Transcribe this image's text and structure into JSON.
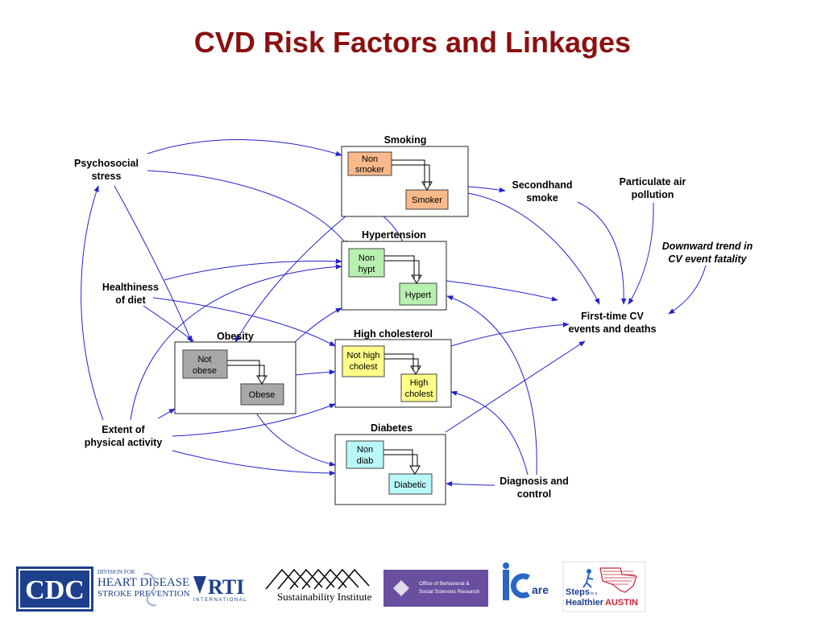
{
  "title": "CVD Risk Factors and Linkages",
  "panels": {
    "smoking": {
      "label": "Smoking",
      "from": [
        "Non",
        "smoker"
      ],
      "to": [
        "Smoker"
      ]
    },
    "hypertension": {
      "label": "Hypertension",
      "from": [
        "Non",
        "hypt"
      ],
      "to": [
        "Hypert"
      ]
    },
    "cholesterol": {
      "label": "High cholesterol",
      "from": [
        "Not high",
        "cholest"
      ],
      "to": [
        "High",
        "cholest"
      ]
    },
    "obesity": {
      "label": "Obesity",
      "from": [
        "Not",
        "obese"
      ],
      "to": [
        "Obese"
      ]
    },
    "diabetes": {
      "label": "Diabetes",
      "from": [
        "Non",
        "diab"
      ],
      "to": [
        "Diabetic"
      ]
    }
  },
  "factors": {
    "psychosocial": [
      "Psychosocial",
      "stress"
    ],
    "diet": [
      "Healthiness",
      "of diet"
    ],
    "activity": [
      "Extent of",
      "physical activity"
    ],
    "secondhand": [
      "Secondhand",
      "smoke"
    ],
    "particulate": [
      "Particulate air",
      "pollution"
    ],
    "downward": [
      "Downward trend in",
      "CV event fatality"
    ],
    "outcome": [
      "First-time CV",
      "events and deaths"
    ],
    "diagnosis": [
      "Diagnosis and",
      "control"
    ]
  },
  "colors": {
    "title": "#8b1010",
    "smoking_state": "#f9b98a",
    "hypertension_state": "#b7f0b0",
    "cholesterol_state": "#ffff88",
    "obesity_state": "#a8a8a8",
    "diabetes_state": "#b8f8f8",
    "arrow": "#2222cc"
  },
  "logos": {
    "cdc": "CDC",
    "division": [
      "DIVISION FOR",
      "HEART DISEASE",
      "STROKE PREVENTION"
    ],
    "rti": "RTI",
    "rti_sub": "INTERNATIONAL",
    "sustainability": "Sustainability Institute",
    "obssr": [
      "Office of Behavioral &",
      "Social Sciences Research"
    ],
    "icare": "iCare",
    "steps": [
      "Steps",
      "to a",
      "Healthier",
      "AUSTIN"
    ]
  }
}
